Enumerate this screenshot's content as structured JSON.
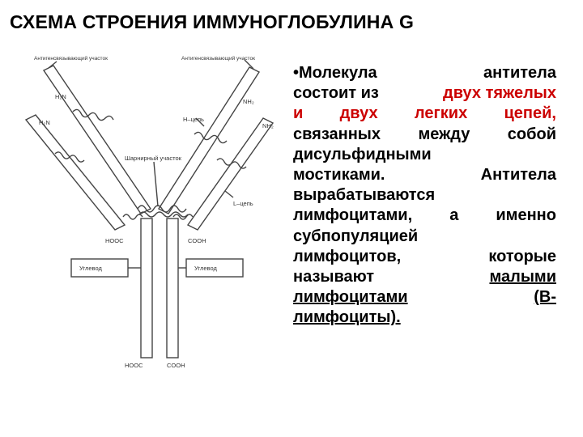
{
  "title": "СХЕМА СТРОЕНИЯ ИММУНОГЛОБУЛИНА G",
  "diagram": {
    "labels": {
      "antigen_site_left": "Антигенсвязывающий участок",
      "antigen_site_right": "Антигенсвязывающий участок",
      "h2n_top": "H₂N",
      "h2n_left": "H₂N",
      "nh2_top": "NH₂",
      "nh2_right": "NH₂",
      "heavy_chain": "H–цепь",
      "hinge": "Шарнирный участок",
      "light_chain": "L–цепь",
      "hooc_left": "HOOC",
      "cooh_right": "COOH",
      "carb_left": "Углевод",
      "carb_right": "Углевод",
      "hooc_bottom": "HOOC",
      "cooh_bottom": "COOH"
    }
  },
  "text": {
    "bullet": "•",
    "l1": [
      "Молекула",
      "антитела"
    ],
    "l2a": "состоит из",
    "l2b": "двух тяжелых",
    "l3": [
      "и",
      "двух",
      "легких",
      "цепей,"
    ],
    "l4": [
      "связанных",
      "между",
      "собой"
    ],
    "l5": "дисульфидными",
    "l6": [
      "мостиками.",
      "Антитела"
    ],
    "l7": "вырабатываются",
    "l8": [
      "лимфоцитами,",
      "а",
      "именно"
    ],
    "l9": "субпопуляцией",
    "l10": [
      "лимфоцитов,",
      "которые"
    ],
    "l11a": "называют",
    "l11b": "малыми",
    "l12a": "лимфоцитами",
    "l12b": "(B-",
    "l13": "лимфоциты)."
  }
}
